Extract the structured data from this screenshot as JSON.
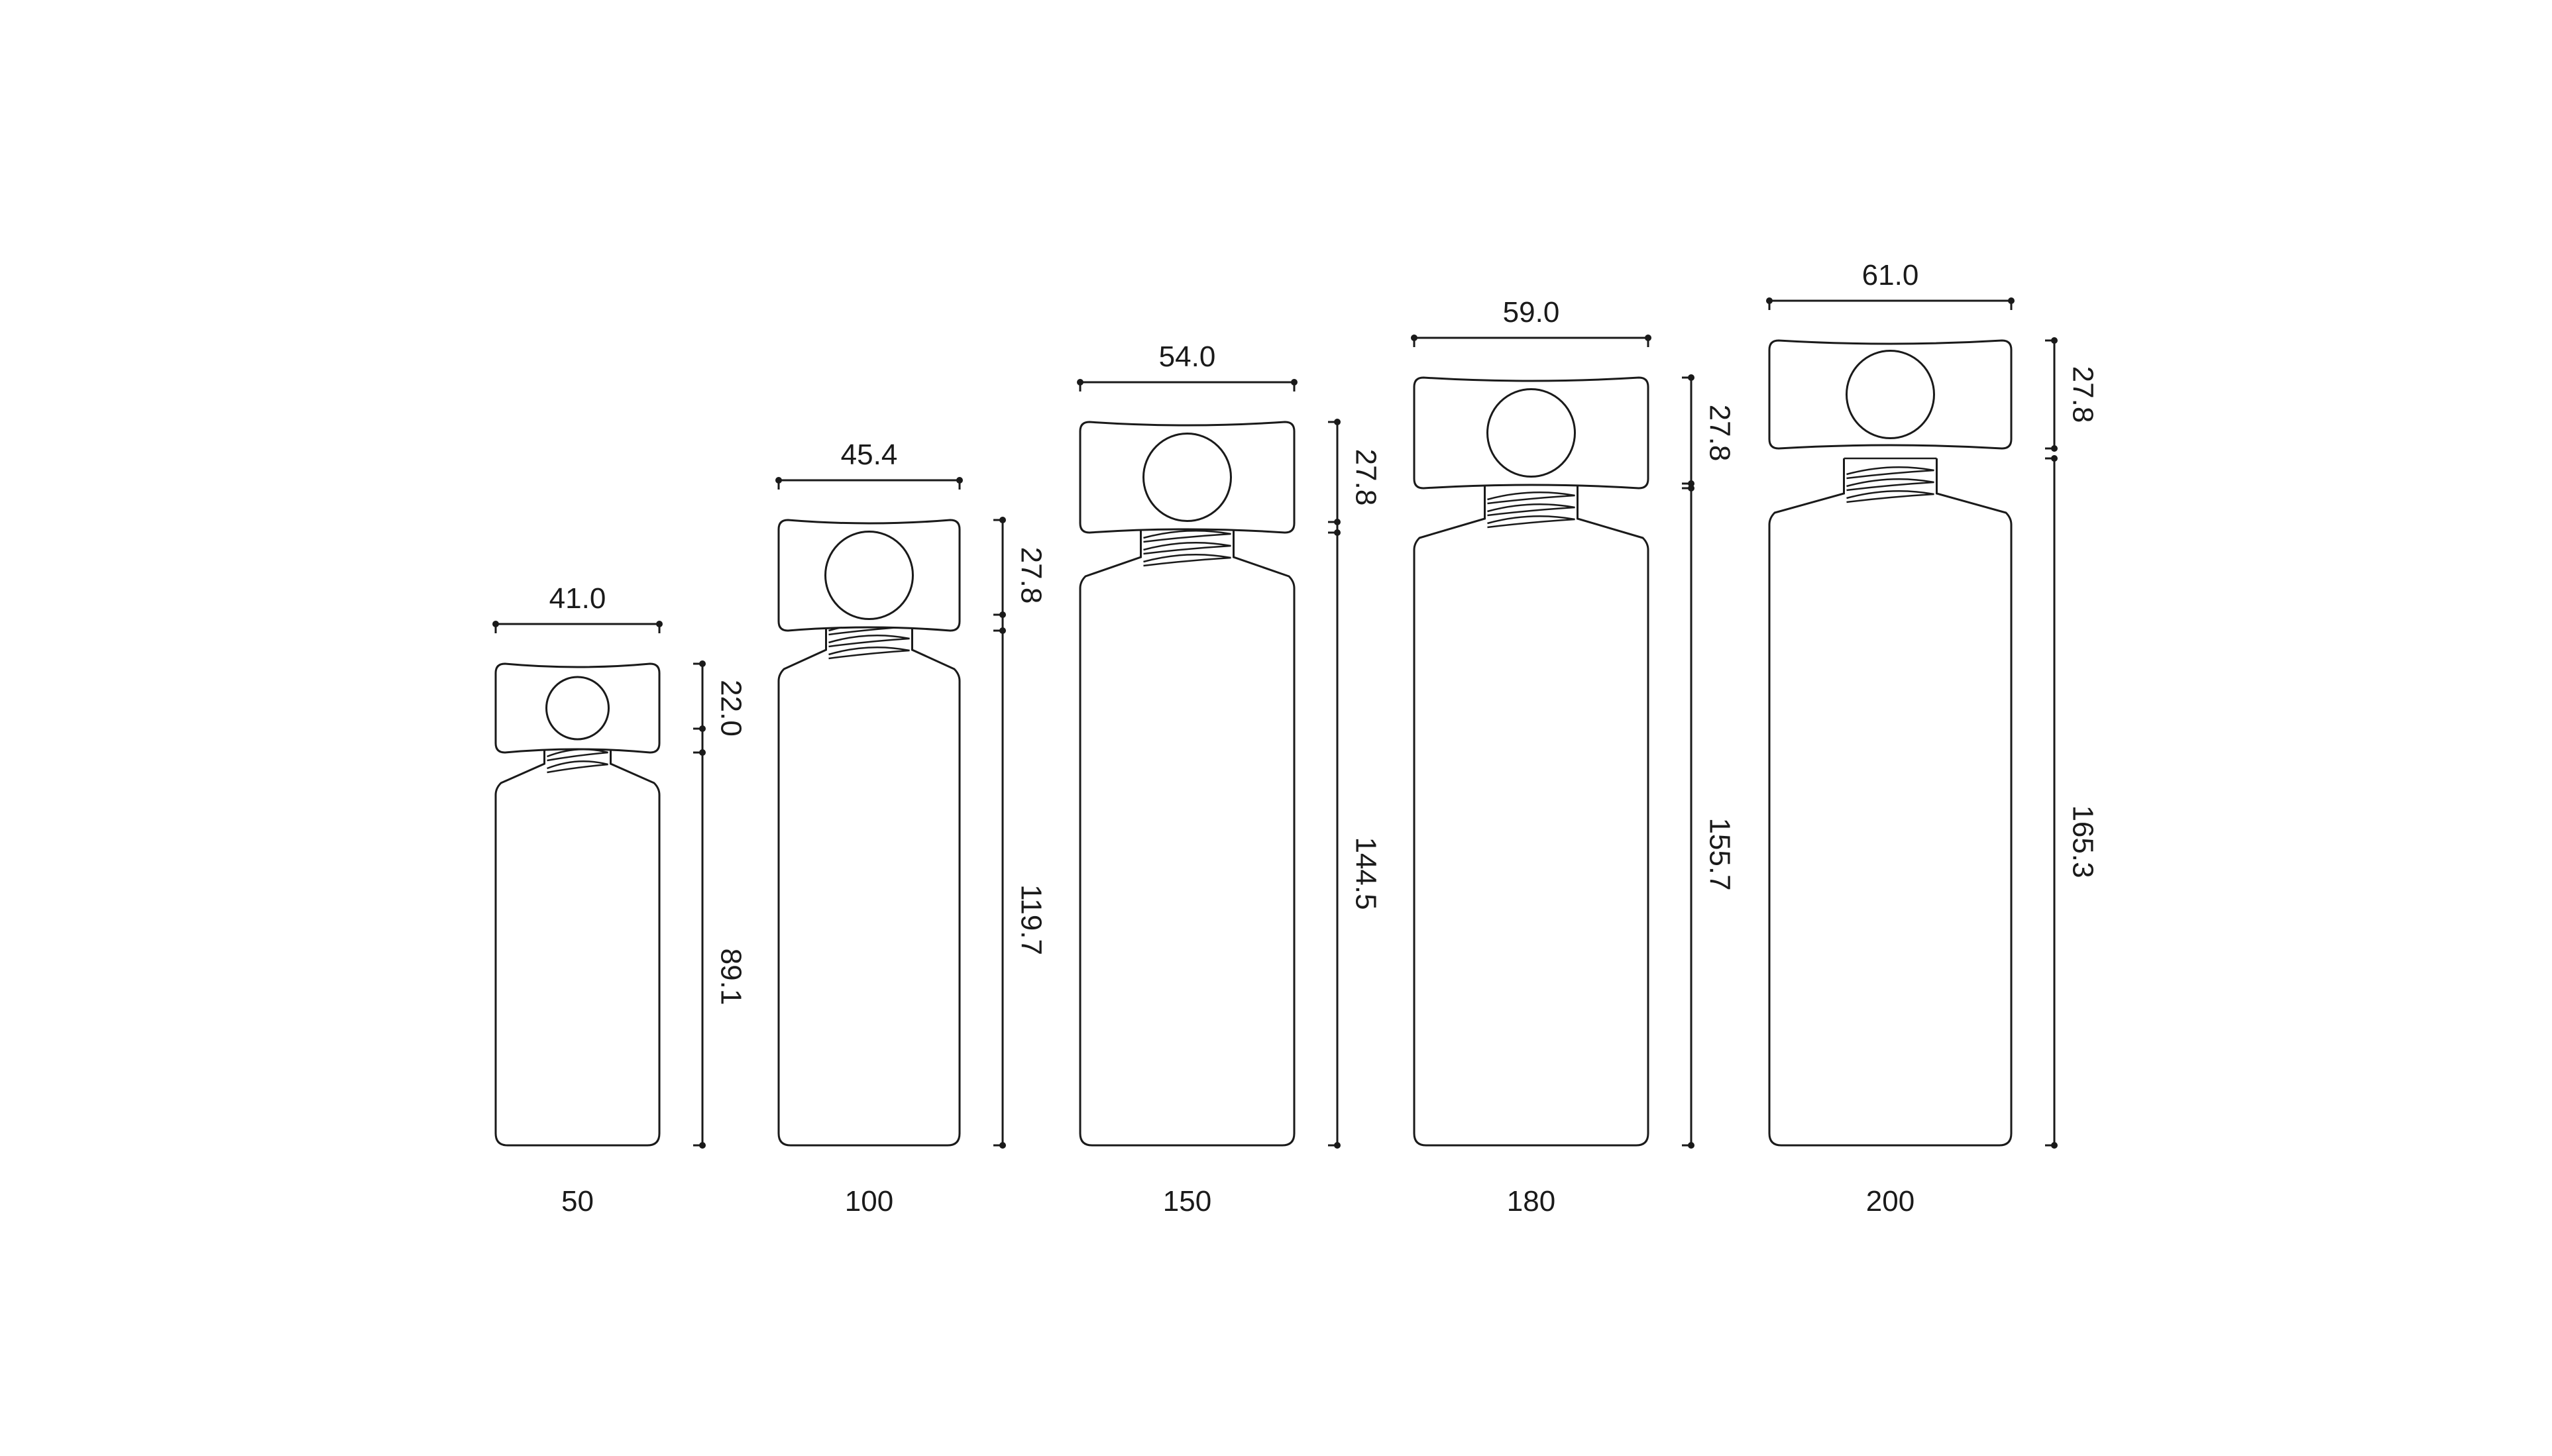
{
  "diagram": {
    "line_color": "#1a1a1a",
    "background": "#ffffff",
    "bottles": [
      {
        "capacity": "50",
        "cap_width": "41.0",
        "cap_height": "22.0",
        "bottle_height": "89.1"
      },
      {
        "capacity": "100",
        "cap_width": "45.4",
        "cap_height": "27.8",
        "bottle_height": "119.7"
      },
      {
        "capacity": "150",
        "cap_width": "54.0",
        "cap_height": "27.8",
        "bottle_height": "144.5"
      },
      {
        "capacity": "180",
        "cap_width": "59.0",
        "cap_height": "27.8",
        "bottle_height": "155.7"
      },
      {
        "capacity": "200",
        "cap_width": "61.0",
        "cap_height": "27.8",
        "bottle_height": "165.3"
      }
    ]
  }
}
